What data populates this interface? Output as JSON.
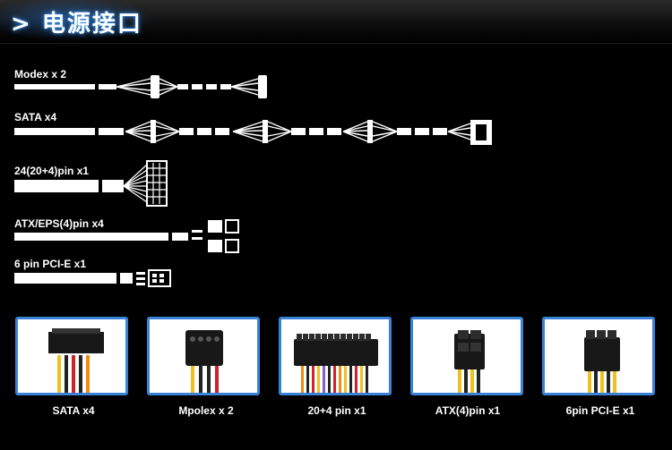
{
  "header": {
    "title": "> 电源接口"
  },
  "cables": [
    {
      "label": "Modex x 2"
    },
    {
      "label": "SATA x4"
    },
    {
      "label": "24(20+4)pin x1"
    },
    {
      "label": "ATX/EPS(4)pin x4"
    },
    {
      "label": "6 pin PCI-E x1"
    }
  ],
  "connectors": [
    {
      "caption": "SATA x4"
    },
    {
      "caption": "Mpolex x 2"
    },
    {
      "caption": "20+4 pin x1"
    },
    {
      "caption": "ATX(4)pin x1"
    },
    {
      "caption": "6pin PCI-E  x1"
    }
  ],
  "colors": {
    "accent": "#3a82d8",
    "background": "#000000"
  }
}
